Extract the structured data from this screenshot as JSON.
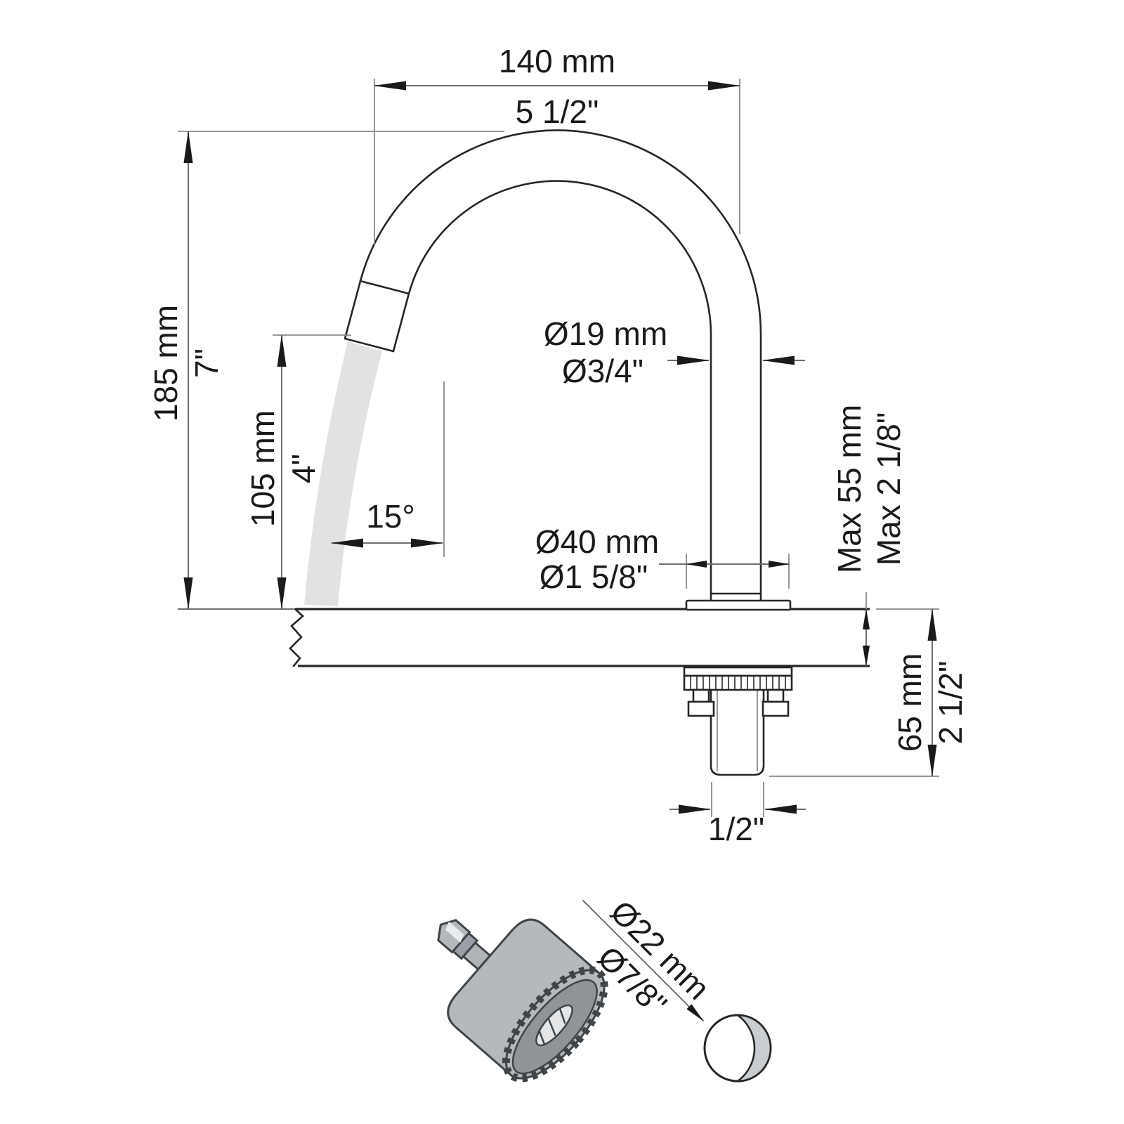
{
  "title": "Gooseneck spout mounting dimension diagram",
  "dims": {
    "reach": {
      "mm": "140 mm",
      "in": "5 1/2\""
    },
    "height": {
      "mm": "185 mm",
      "in": "7\""
    },
    "spout_height": {
      "mm": "105 mm",
      "in": "4\""
    },
    "stream_angle": {
      "deg": "15°"
    },
    "spout_dia": {
      "mm": "Ø19 mm",
      "in": "Ø3/4\""
    },
    "base_dia": {
      "mm": "Ø40 mm",
      "in": "Ø1 5/8\""
    },
    "deck_max": {
      "mm": "Max 55 mm",
      "in": "Max 2 1/8\""
    },
    "shank_len": {
      "mm": "65 mm",
      "in": "2 1/2\""
    },
    "thread": {
      "in": "1/2\""
    },
    "hole_dia": {
      "mm": "Ø22 mm",
      "in": "Ø7/8\""
    }
  },
  "colors": {
    "line": "#262626",
    "dim_line": "#6f6f6f",
    "arrow": "#1a1a1a",
    "water_stream": "#e2e2e2",
    "tool_body": "#b4b9bd",
    "tool_face": "#8f9499",
    "hole_shade": "#c9cdd1"
  }
}
